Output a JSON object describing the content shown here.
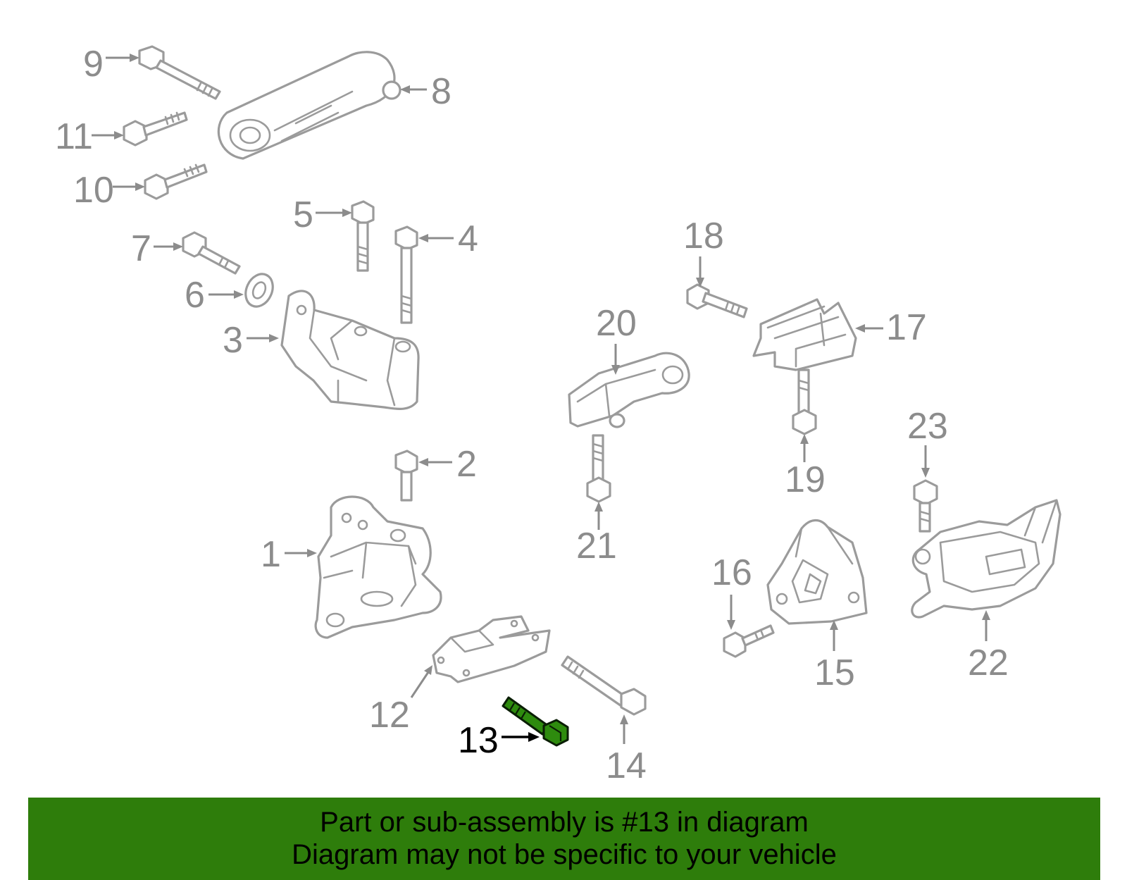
{
  "diagram": {
    "highlighted_part": "13",
    "callouts": [
      "1",
      "2",
      "3",
      "4",
      "5",
      "6",
      "7",
      "8",
      "9",
      "10",
      "11",
      "12",
      "13",
      "14",
      "15",
      "16",
      "17",
      "18",
      "19",
      "20",
      "21",
      "22",
      "23"
    ]
  },
  "banner": {
    "line1": "Part or sub-assembly is #13 in diagram",
    "line2": "Diagram may not be specific to your vehicle"
  },
  "colors": {
    "banner_bg": "#2e7d0b",
    "highlight": "#2e8b0e",
    "line_art": "#9b9b9b"
  }
}
